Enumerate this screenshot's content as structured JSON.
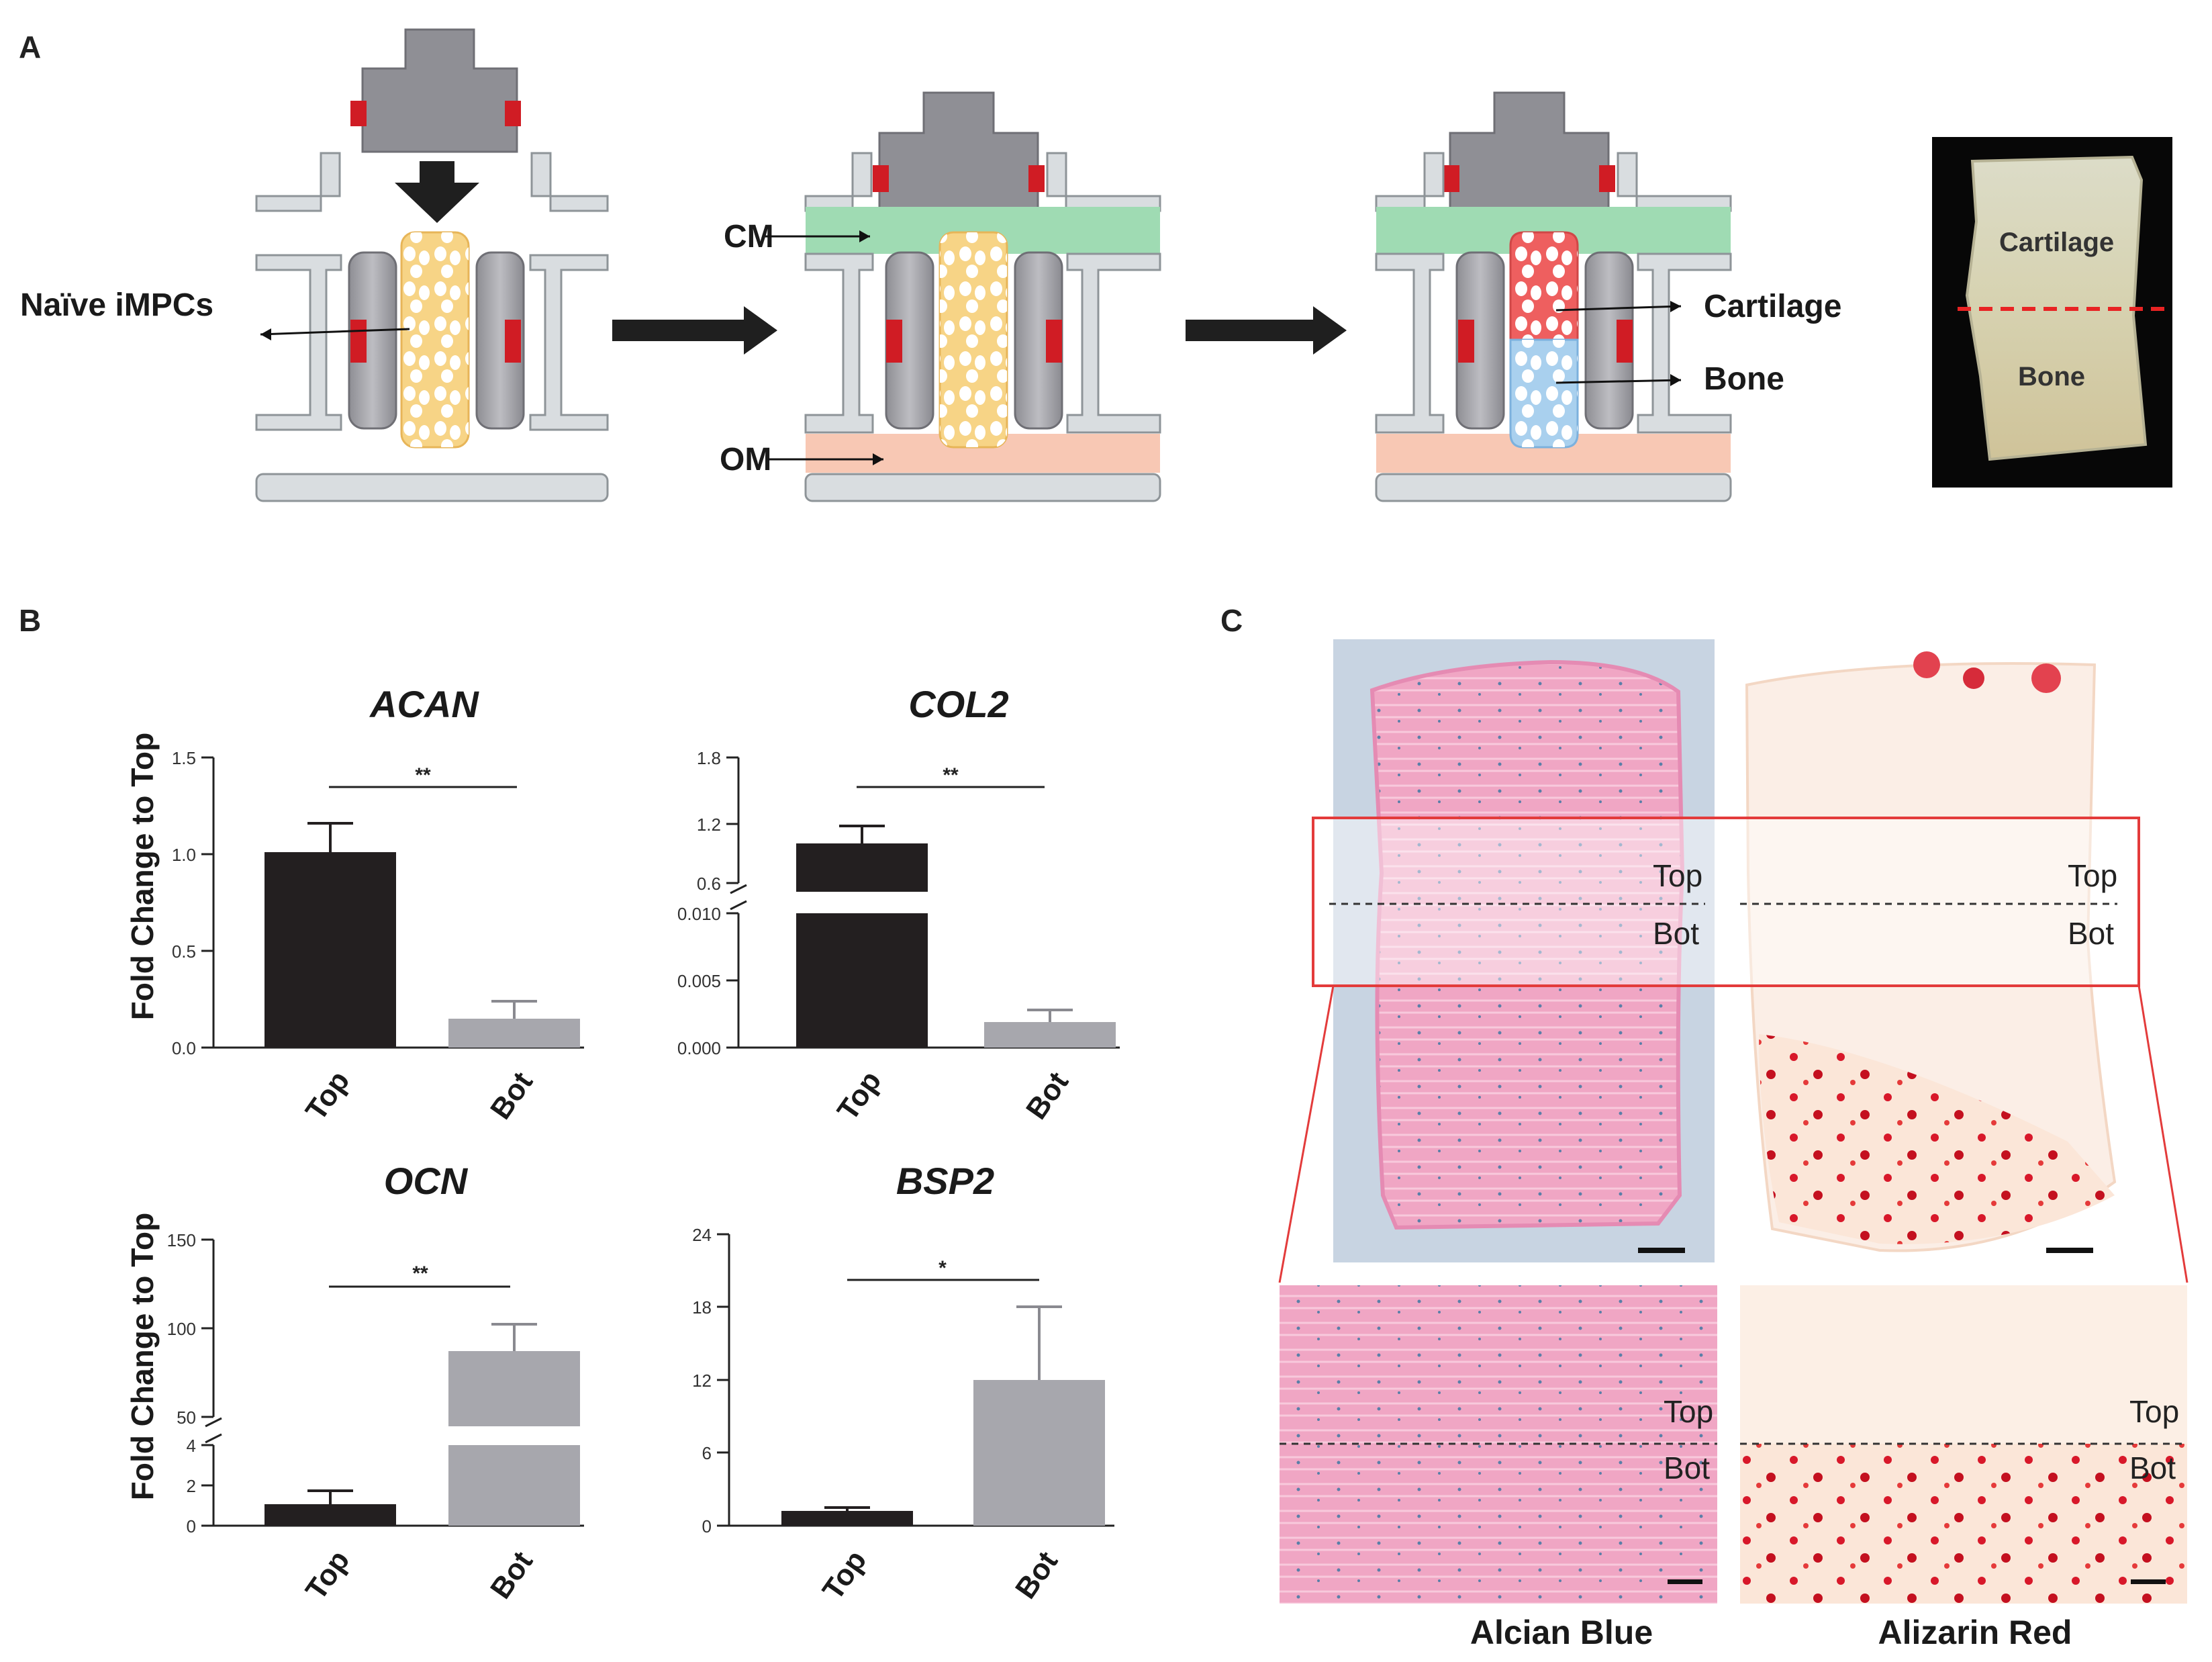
{
  "panels": {
    "a": "A",
    "b": "B",
    "c": "C"
  },
  "panel_a": {
    "naive_label": "Naïve iMPCs",
    "cm_label": "CM",
    "om_label": "OM",
    "cartilage_label": "Cartilage",
    "bone_label": "Bone",
    "photo_cartilage": "Cartilage",
    "photo_bone": "Bone"
  },
  "panel_b": {
    "ylabel": "Fold Change to Top"
  },
  "chart_data": [
    {
      "type": "bar",
      "title": "ACAN",
      "categories": [
        "Top",
        "Bot"
      ],
      "values": [
        1.01,
        0.15
      ],
      "errors": [
        0.15,
        0.09
      ],
      "colors": [
        "#231f20",
        "#a7a7ad"
      ],
      "yticks": [
        "0.0",
        "0.5",
        "1.0",
        "1.5"
      ],
      "ylim": [
        0,
        1.5
      ],
      "significance": "**",
      "ylabel": "Fold Change to Top"
    },
    {
      "type": "bar",
      "title": "COL2",
      "categories": [
        "Top",
        "Bot"
      ],
      "values": [
        1.0,
        0.0019
      ],
      "errors": [
        0.18,
        0.001
      ],
      "colors": [
        "#231f20",
        "#a7a7ad"
      ],
      "yticks_lower": [
        "0.000",
        "0.005",
        "0.010"
      ],
      "yticks_upper": [
        "0.6",
        "1.2",
        "1.8"
      ],
      "ylim_lower": [
        0,
        0.01
      ],
      "ylim_upper": [
        0.6,
        1.8
      ],
      "significance": "**"
    },
    {
      "type": "bar",
      "title": "OCN",
      "categories": [
        "Top",
        "Bot"
      ],
      "values": [
        1.1,
        88
      ],
      "errors": [
        0.6,
        15
      ],
      "colors": [
        "#231f20",
        "#a7a7ad"
      ],
      "yticks_lower": [
        "0",
        "2",
        "4"
      ],
      "yticks_upper": [
        "50",
        "100",
        "150"
      ],
      "ylim_lower": [
        0,
        4
      ],
      "ylim_upper": [
        50,
        150
      ],
      "significance": "**",
      "ylabel": "Fold Change to Top"
    },
    {
      "type": "bar",
      "title": "BSP2",
      "categories": [
        "Top",
        "Bot"
      ],
      "values": [
        1.2,
        12
      ],
      "errors": [
        0.25,
        6
      ],
      "colors": [
        "#231f20",
        "#a7a7ad"
      ],
      "yticks": [
        "0",
        "6",
        "12",
        "18",
        "24"
      ],
      "ylim": [
        0,
        24
      ],
      "significance": "*"
    }
  ],
  "panel_c": {
    "top": "Top",
    "bot": "Bot",
    "caption_left": "Alcian Blue",
    "caption_right": "Alizarin Red"
  }
}
